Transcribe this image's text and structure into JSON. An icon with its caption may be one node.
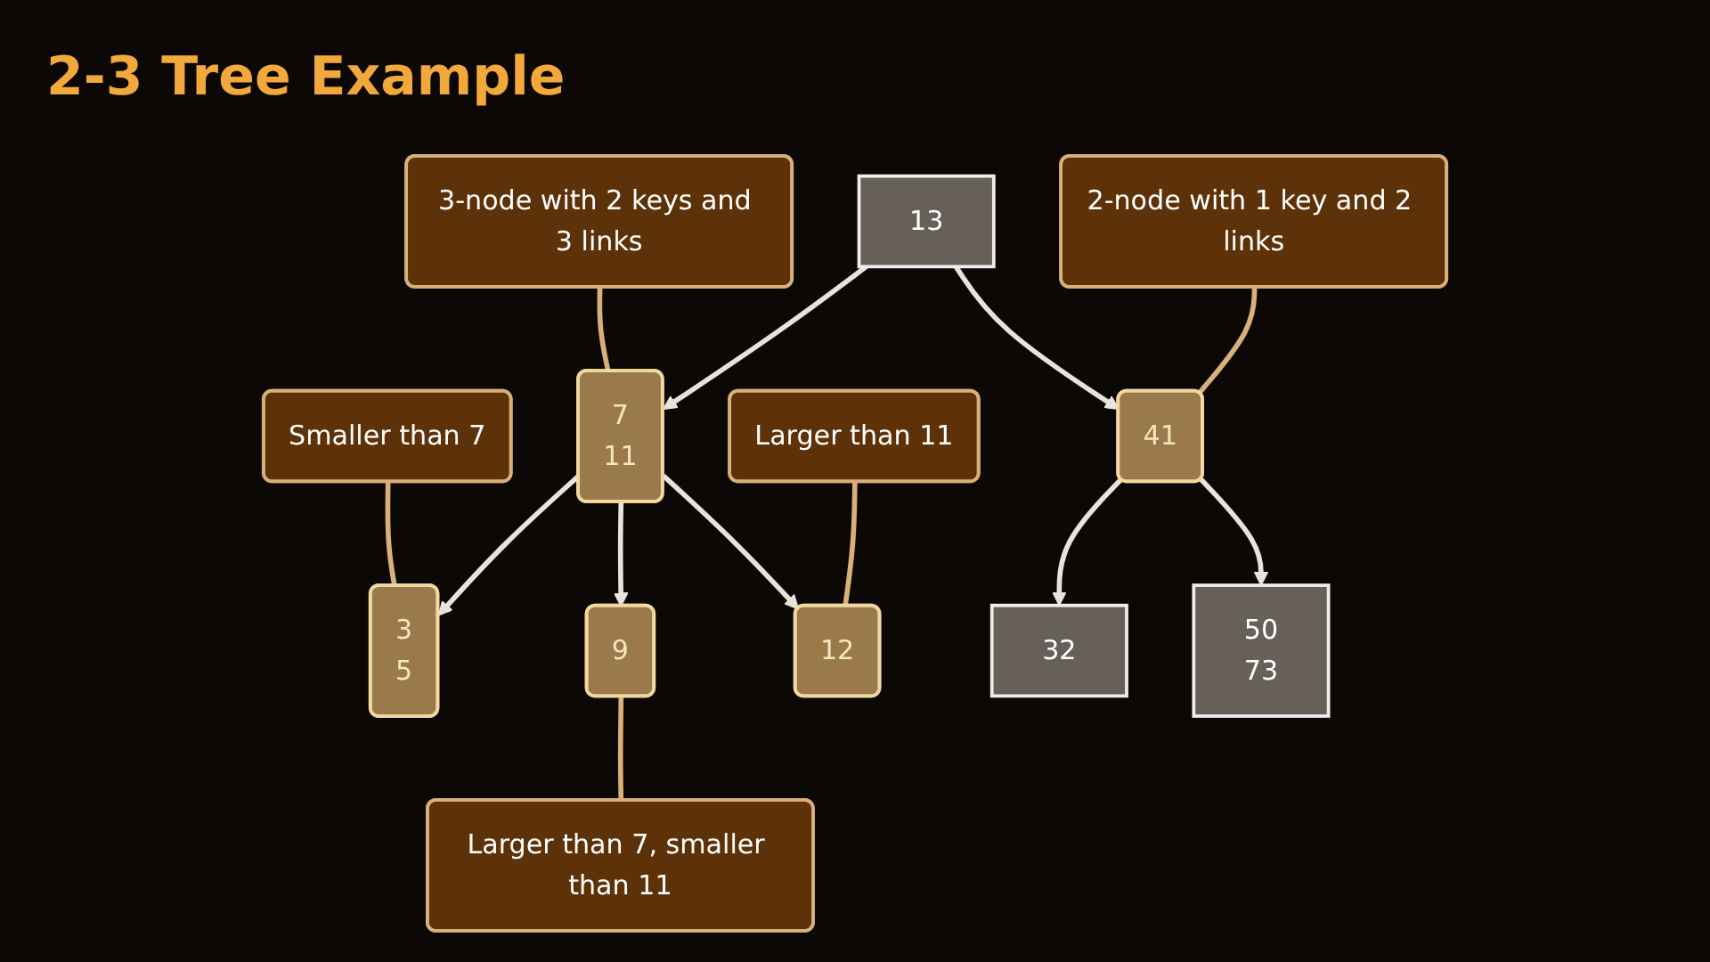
{
  "diagram": {
    "title": "2-3 Tree Example",
    "nodes": [
      {
        "text": [
          "3-node with 2 keys and 3 links"
        ]
      },
      {
        "text": [
          "13"
        ]
      },
      {
        "text": [
          "2-node with 1 key and 2 links"
        ]
      },
      {
        "text": [
          "Smaller than 7"
        ]
      },
      {
        "text": [
          "7",
          "11"
        ]
      },
      {
        "text": [
          "Larger than 11"
        ]
      },
      {
        "text": [
          "41"
        ]
      },
      {
        "text": [
          "3",
          "5"
        ]
      },
      {
        "text": [
          "9"
        ]
      },
      {
        "text": [
          "12"
        ]
      },
      {
        "text": [
          "32"
        ]
      },
      {
        "text": [
          "50",
          "73"
        ]
      },
      {
        "text": [
          "Larger than 7, smaller than 11"
        ]
      }
    ],
    "edges": [
      {
        "from": 1,
        "to": 4,
        "arrow": "to"
      },
      {
        "from": 1,
        "to": 6,
        "arrow": "to"
      },
      {
        "from": 4,
        "to": 7,
        "arrow": "to"
      },
      {
        "from": 4,
        "to": 8,
        "arrow": "to"
      },
      {
        "from": 4,
        "to": 9,
        "arrow": "to"
      },
      {
        "from": 6,
        "to": 10,
        "arrow": "to"
      },
      {
        "from": 6,
        "to": 11,
        "arrow": "to"
      },
      {
        "from": 0,
        "to": 4,
        "arrow": "none",
        "color": "#d9b07a"
      },
      {
        "from": 2,
        "to": 6,
        "arrow": "none",
        "color": "#d9b07a"
      },
      {
        "from": 3,
        "to": 7,
        "arrow": "none",
        "color": "#d9b07a"
      },
      {
        "from": 5,
        "to": 9,
        "arrow": "none",
        "color": "#d9b07a"
      },
      {
        "from": 12,
        "to": 8,
        "arrow": "none",
        "color": "#d9b07a"
      }
    ]
  }
}
